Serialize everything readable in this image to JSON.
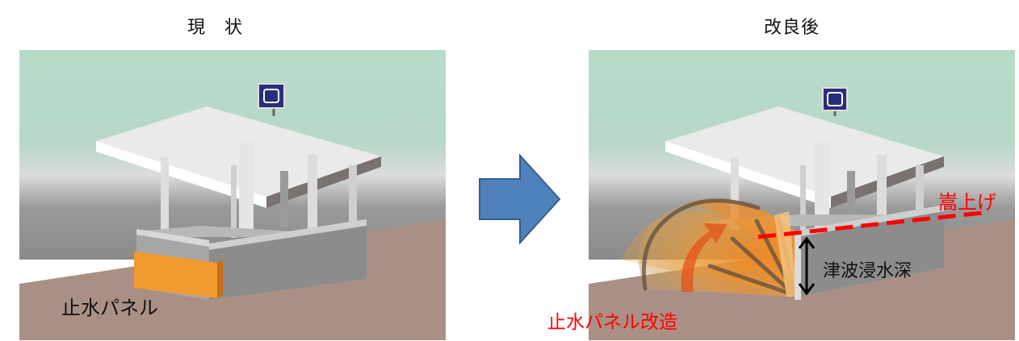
{
  "titles": {
    "before": "現　状",
    "after": "改良後"
  },
  "labels": {
    "before_panel": "止水パネル",
    "raise": "嵩上げ",
    "tsunami_depth": "津波浸水深",
    "panel_improvement": "止水パネル改造"
  },
  "colors": {
    "sky": "#b6dcc8",
    "ground": "#aa9084",
    "canopy": "#eaeaea",
    "canopy_edge": "#7a7270",
    "wall": "#8c8c8c",
    "orange_panel": "#f09a30",
    "arrow_fill": "#4f81bd",
    "arrow_stroke": "#385d8a",
    "red_label": "#ff0000",
    "red_dash": "#ff0000"
  },
  "icons": [
    "subway-sign-icon",
    "right-arrow-icon",
    "double-headed-arrow-icon"
  ]
}
